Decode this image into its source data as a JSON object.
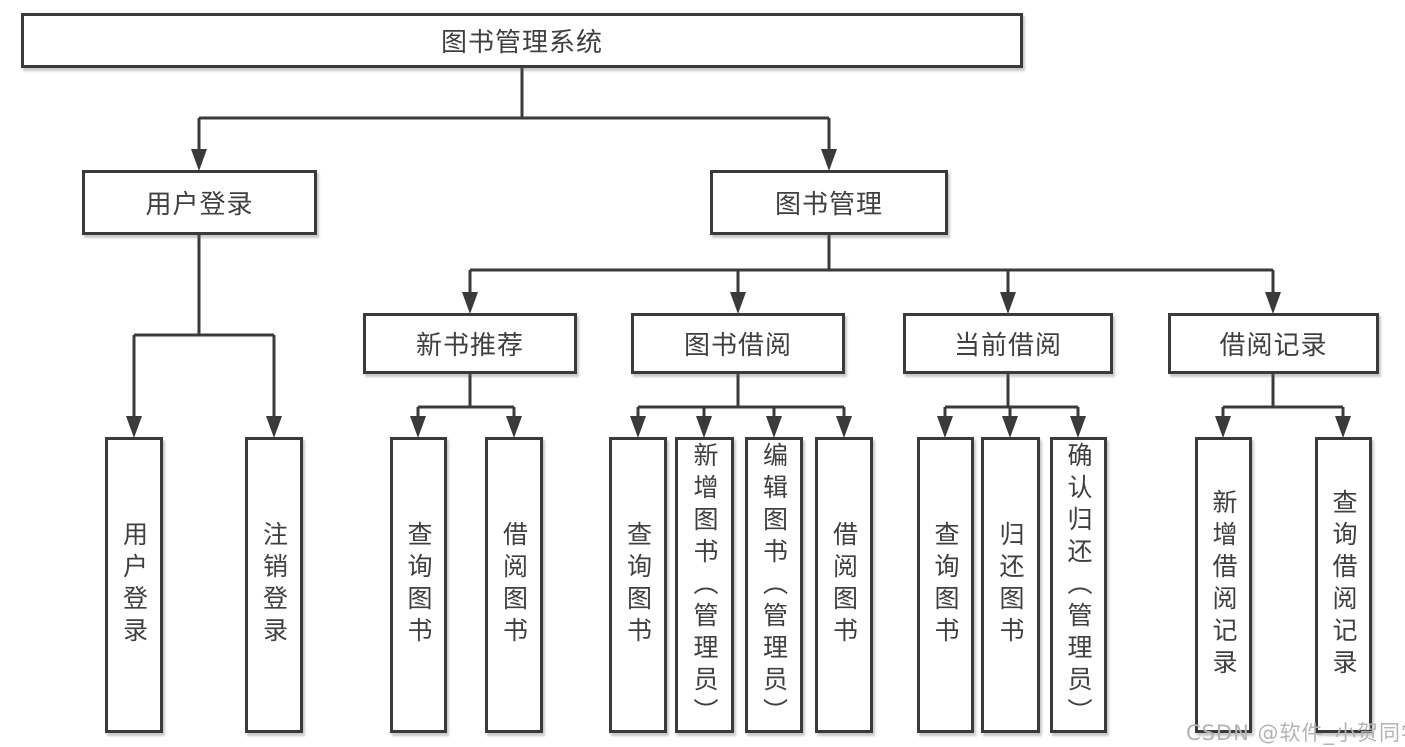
{
  "diagram": {
    "root": {
      "label": "图书管理系统"
    },
    "level2": {
      "user_login": {
        "label": "用户登录"
      },
      "book_mgmt": {
        "label": "图书管理"
      }
    },
    "level3": {
      "new_book_rec": {
        "label": "新书推荐"
      },
      "book_borrow": {
        "label": "图书借阅"
      },
      "current_borrow": {
        "label": "当前借阅"
      },
      "borrow_record": {
        "label": "借阅记录"
      }
    },
    "leaves": {
      "login": {
        "label": "用户登录"
      },
      "logout": {
        "label": "注销登录"
      },
      "rec_query_book": {
        "label": "查询图书"
      },
      "rec_borrow_book": {
        "label": "借阅图书"
      },
      "bb_query_book": {
        "label": "查询图书"
      },
      "bb_add_book": {
        "label": "新增图书（管理员）"
      },
      "bb_edit_book": {
        "label": "编辑图书（管理员）"
      },
      "bb_borrow_book": {
        "label": "借阅图书"
      },
      "cb_query_book": {
        "label": "查询图书"
      },
      "cb_return_book": {
        "label": "归还图书"
      },
      "cb_confirm_return": {
        "label": "确认归还（管理员）"
      },
      "br_add_record": {
        "label": "新增借阅记录"
      },
      "br_query_record": {
        "label": "查询借阅记录"
      }
    }
  },
  "watermark": {
    "text": "CSDN @软件_小贺同学"
  },
  "colors": {
    "line": "#3a3a3a",
    "box_border": "#3a3a3a",
    "text": "#3f3f3f",
    "background": "#ffffff",
    "watermark": "#b3b3b3"
  }
}
